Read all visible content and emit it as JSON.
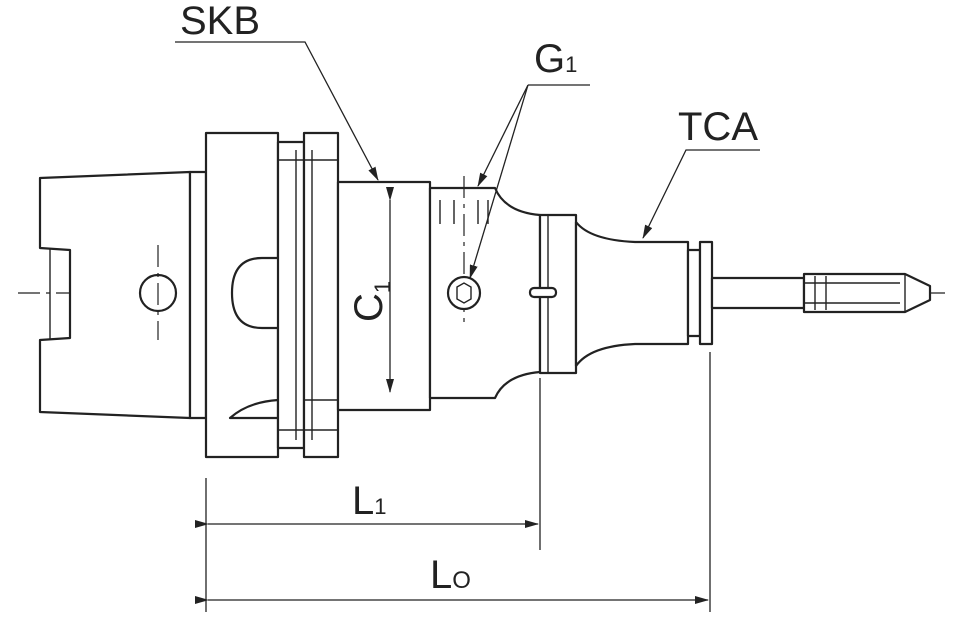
{
  "labels": {
    "skb": "SKB",
    "g1": "G",
    "g1_sub": "1",
    "tca": "TCA",
    "c1": "C",
    "c1_sub": "1",
    "l1": "L",
    "l1_sub": "1",
    "l0": "L",
    "l0_sub": "O"
  },
  "colors": {
    "line": "#222222",
    "background": "#ffffff"
  }
}
